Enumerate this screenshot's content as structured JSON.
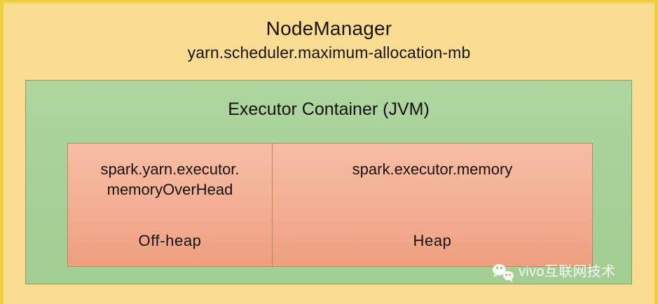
{
  "diagram": {
    "header": {
      "title": "NodeManager",
      "config_property": "yarn.scheduler.maximum-allocation-mb"
    },
    "container": {
      "label": "Executor Container (JVM)",
      "fill_color": "#a8d49a",
      "border_color": "#9a9a55"
    },
    "memory_regions": [
      {
        "name": "spark.yarn.executor.",
        "name_line2": "memoryOverHead",
        "kind": "Off-heap",
        "fill_color": "#f4b59b"
      },
      {
        "name": "spark.executor.memory",
        "name_line2": "",
        "kind": "Heap",
        "fill_color": "#f4b59b"
      }
    ],
    "background": {
      "fill_color": "#fbdc93",
      "border_color": "#ead03f"
    }
  },
  "watermark": {
    "icon": "wechat-icon",
    "text": "vivo互联网技术"
  }
}
